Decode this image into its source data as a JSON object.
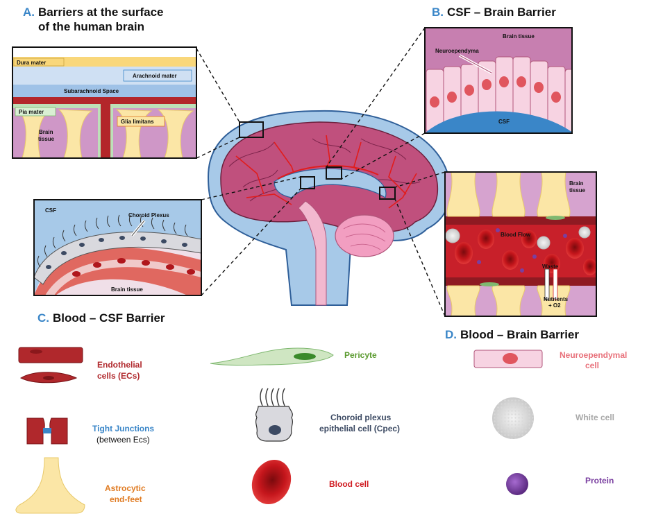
{
  "panels": {
    "a": {
      "letter": "A.",
      "title_line1": "Barriers at the surface",
      "title_line2": "of the human brain",
      "labels": {
        "dura": "Dura mater",
        "arachnoid": "Arachnoid mater",
        "subarachnoid": "Subarachnoid Space",
        "pia": "Pia mater",
        "glia": "Glia limitans",
        "brain1": "Brain",
        "brain2": "tissue"
      }
    },
    "b": {
      "letter": "B.",
      "title": "CSF – Brain Barrier",
      "labels": {
        "brain_tissue": "Brain tissue",
        "neuroependyma": "Neuroependyma",
        "csf": "CSF"
      }
    },
    "c": {
      "letter": "C.",
      "title": "Blood – CSF Barrier",
      "labels": {
        "csf": "CSF",
        "choroid_plexus": "Choroid Plexus",
        "brain_tissue": "Brain tissue"
      }
    },
    "d": {
      "letter": "D.",
      "title": "Blood – Brain  Barrier",
      "labels": {
        "brain1": "Brain",
        "brain2": "tissue",
        "blood_flow": "Blood Flow",
        "waste": "Waste",
        "nutrients1": "Nutrients",
        "nutrients2": "+ O2"
      }
    }
  },
  "legend": {
    "endothelial": {
      "line1": "Endothelial",
      "line2": "cells (ECs)",
      "color": "#b0282c"
    },
    "tight": {
      "line1": "Tight Junctions",
      "line2": "(between Ecs)",
      "color": "#3a86c8"
    },
    "astro": {
      "line1": "Astrocytic",
      "line2": "end-feet",
      "color": "#e07b22"
    },
    "pericyte": {
      "line1": "Pericyte",
      "color": "#5a9a2e"
    },
    "cpec": {
      "line1": "Choroid plexus",
      "line2": "epithelial cell (Cpec)",
      "color": "#3c4a63"
    },
    "blood": {
      "line1": "Blood cell",
      "color": "#d01c22"
    },
    "neuro": {
      "line1": "Neuroependymal",
      "line2": "cell",
      "color": "#e8707a"
    },
    "white": {
      "line1": "White cell",
      "color": "#a8a8a8"
    },
    "protein": {
      "line1": "Protein",
      "color": "#7a3fa0"
    }
  }
}
